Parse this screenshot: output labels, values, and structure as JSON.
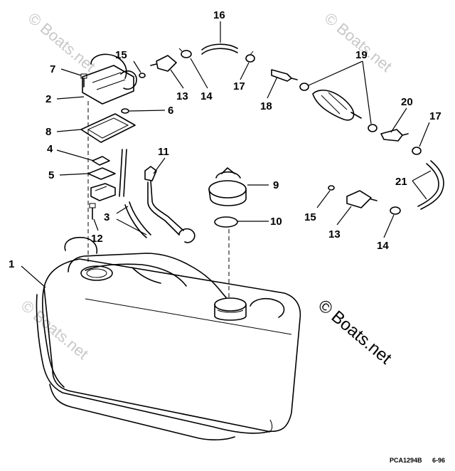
{
  "callouts": [
    "1",
    "2",
    "3",
    "4",
    "5",
    "6",
    "7",
    "8",
    "9",
    "10",
    "11",
    "12",
    "13",
    "13",
    "14",
    "14",
    "15",
    "15",
    "16",
    "17",
    "17",
    "18",
    "19",
    "20",
    "21"
  ],
  "watermark_text": "© Boats.net",
  "copyright_text": "© Boats.net",
  "drawing_code": "PCA1294B",
  "drawing_date": "6-96"
}
